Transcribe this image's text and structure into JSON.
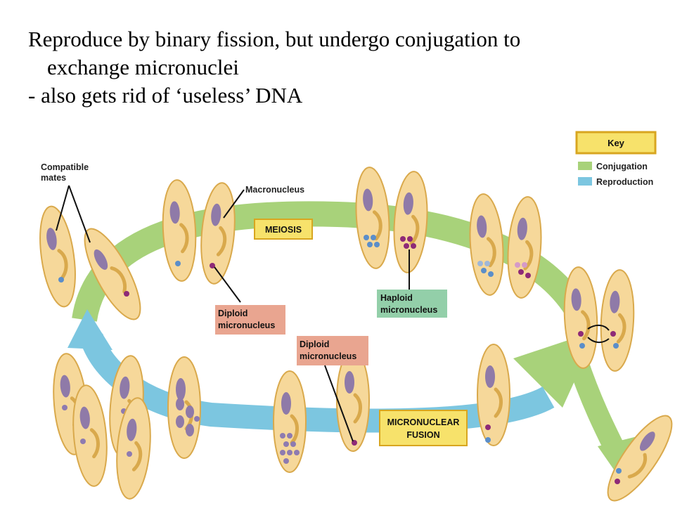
{
  "slide": {
    "line1": "Reproduce by binary fission, but undergo conjugation to",
    "line2": "exchange micronuclei",
    "line3": "- also gets rid of ‘useless’ DNA"
  },
  "diagram": {
    "labels": {
      "compatible_1": "Compatible",
      "compatible_2": "mates",
      "macronucleus": "Macronucleus",
      "meiosis": "MEIOSIS",
      "diploid1_1": "Diploid",
      "diploid1_2": "micronucleus",
      "haploid_1": "Haploid",
      "haploid_2": "micronucleus",
      "diploid2_1": "Diploid",
      "diploid2_2": "micronucleus",
      "fusion_1": "MICRONUCLEAR",
      "fusion_2": "FUSION"
    },
    "key": {
      "title": "Key",
      "conjugation": "Conjugation",
      "reproduction": "Reproduction"
    },
    "colors": {
      "conjugation": "#a8d27a",
      "reproduction": "#7cc6e0",
      "cell_fill": "#f6d89a",
      "cell_stroke": "#d9a94c",
      "macronucleus": "#8f7aa8",
      "micronucleus_blue": "#5b8ec9",
      "micronucleus_purple": "#8e2a77",
      "label_yellow": "#f7e26b",
      "label_pink": "#e9a590",
      "label_green": "#93cfa9"
    }
  }
}
